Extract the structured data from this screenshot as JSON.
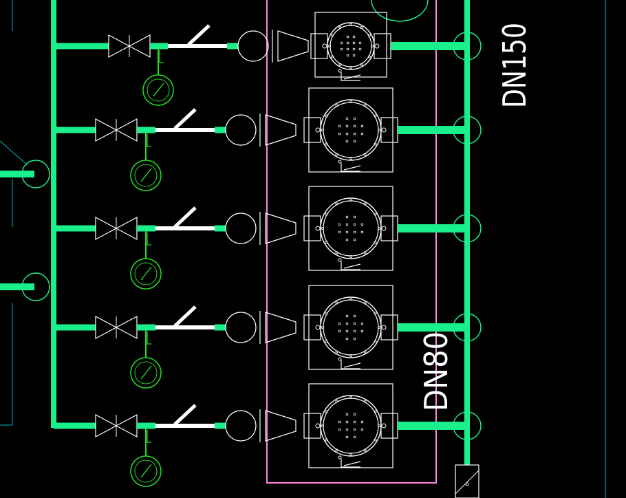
{
  "diagram": {
    "labels": {
      "main_header": "DN150",
      "branch_pipe": "DN80"
    },
    "colors": {
      "background": "#000000",
      "pipe": "#19f08c",
      "gauge": "#22dd22",
      "equipment": "#ffffff",
      "frame": "#ff88dd",
      "border": "#00b8c8"
    },
    "rows": [
      {
        "id": "row-1"
      },
      {
        "id": "row-2"
      },
      {
        "id": "row-3"
      },
      {
        "id": "row-4"
      },
      {
        "id": "row-5"
      }
    ]
  }
}
